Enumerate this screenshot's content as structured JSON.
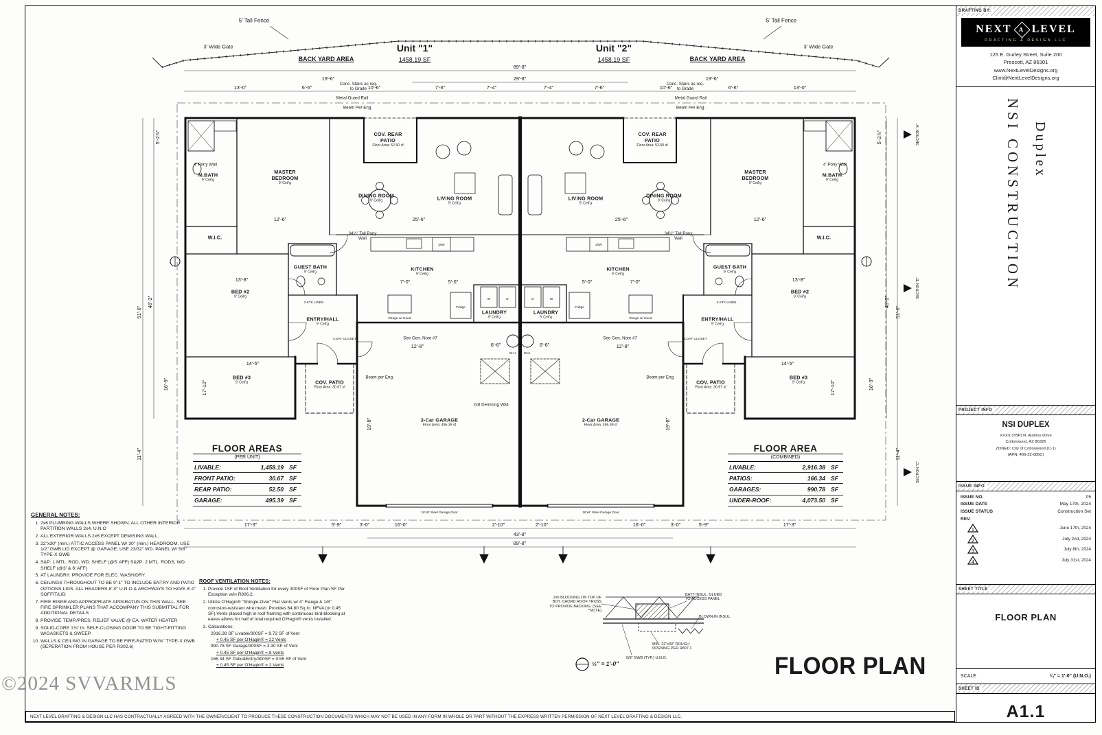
{
  "sheet": {
    "drawing_title": "FLOOR PLAN",
    "watermark": "©2024 SVVARMLS",
    "disclaimer": "NEXT LEVEL DRAFTING & DESIGN LLC HAS CONTRACTUALLY AGREED WITH THE OWNER/CLIENT TO PRODUCE THESE CONSTRUCTION DOCUMENTS WHICH MAY NOT BE USED IN ANY FORM IN WHOLE OR PART WITHOUT THE EXPRESS WRITTEN PERMISSION OF NEXT LEVEL DRAFTING & DESIGN LLC."
  },
  "title_block": {
    "drafting_by": "DRAFTING BY:",
    "logo": {
      "word1": "NEXT",
      "letter": "A",
      "word2": "LEVEL",
      "tagline": "DRAFTING & DESIGN LLC"
    },
    "address": [
      "125 E. Gurley Street, Suite 200",
      "Prescott, AZ 86301",
      "www.NextLevelDesigns.org",
      "Clint@NextLevelDesigns.org"
    ],
    "project_vertical": {
      "line1": "NSI CONSTRUCTION",
      "line2": "Duplex"
    },
    "project_info": {
      "label": "PROJECT INFO",
      "name": "NSI DUPLEX",
      "lines": [
        "XXXX (TBP) N. Alamos Drive",
        "Cottonwood, AZ 86326",
        "ZONED: City of Cottonwood (C-1)",
        "(APN: 406-32-085C)"
      ]
    },
    "issue_info": {
      "label": "ISSUE INFO",
      "rows": [
        {
          "k": "ISSUE NO.",
          "v": "05"
        },
        {
          "k": "ISSUE DATE",
          "v": "May 17th, 2024"
        },
        {
          "k": "ISSUE STATUS",
          "v": "Construction Set"
        },
        {
          "k": "REV.",
          "v": ""
        }
      ],
      "revisions": [
        {
          "num": "1",
          "date": "June 17th, 2024"
        },
        {
          "num": "2",
          "date": "July 2nd, 2024"
        },
        {
          "num": "3",
          "date": "July 8th, 2024"
        },
        {
          "num": "4",
          "date": "July 31st, 2024"
        }
      ]
    },
    "sheet_title": {
      "label": "SHEET TITLE",
      "value": "FLOOR PLAN"
    },
    "scale": {
      "label": "SCALE",
      "value": "¼\" = 1'-0\" (U.N.O.)"
    },
    "sheet_id": {
      "label": "SHEET ID",
      "value": "A1.1"
    }
  },
  "plan": {
    "fence_label": "5' Tall Fence",
    "gate_label": "3' Wide Gate",
    "backyard_label": "BACK YARD AREA",
    "unit1": {
      "name": "Unit \"1\"",
      "sf": "1458.19 SF"
    },
    "unit2": {
      "name": "Unit \"2\"",
      "sf": "1458.19 SF"
    },
    "rooms": {
      "mbath": {
        "name": "M.BATH",
        "sub": "9' Ceil'g"
      },
      "master": {
        "name": "MASTER BEDROOM",
        "sub": "9' Ceil'g"
      },
      "wic": {
        "name": "W.I.C.",
        "sub": ""
      },
      "guest_bath": {
        "name": "GUEST BATH",
        "sub": "9' Ceil'g"
      },
      "bed2": {
        "name": "BED #2",
        "sub": "9' Ceil'g"
      },
      "bed3": {
        "name": "BED #3",
        "sub": "9' Ceil'g"
      },
      "entry": {
        "name": "ENTRY/HALL",
        "sub": "9' Ceil'g"
      },
      "cov_patio": {
        "name": "COV. PATIO",
        "sub": "Floor Area: 30.67 sf"
      },
      "dining": {
        "name": "DINING ROOM",
        "sub": "9' Ceil'g"
      },
      "living": {
        "name": "LIVING ROOM",
        "sub": "9' Ceil'g"
      },
      "kitchen": {
        "name": "KITCHEN",
        "sub": "9' Ceil'g"
      },
      "laundry": {
        "name": "LAUNDRY",
        "sub": "9' Ceil'g"
      },
      "rear_patio": {
        "name": "COV. REAR PATIO",
        "sub": "Floor Area: 52.50 sf"
      },
      "garage": {
        "name": "2-Car GARAGE",
        "sub": "Floor Area: 495.39 sf"
      }
    },
    "annotations": {
      "conc_stairs": "Conc. Stairs as req. to Grade",
      "guard_rail": "Metal Guard Rail",
      "beam_per_eng": "Beam Per Eng.",
      "pony_34": "34½\" Tall Pony Wall",
      "pony_4": "4' Pony Wall",
      "gen_note_7": "See Gen. Note #7",
      "demising": "2x8 Demising Wall",
      "beam_lower": "Beam per Eng.",
      "garage_door": "16'x8' Steel Garage Door",
      "w": "W",
      "d": "D",
      "wh": "W.H.",
      "dw": "D/W",
      "fridge": "Fridge",
      "range": "Range w/ Hood",
      "coat": "COAT CLOSET",
      "linen": "3-STK LINEN"
    },
    "dims": {
      "d89_8": "89'-8\"",
      "d29_8": "29'-8\"",
      "d19_6": "19'-6\"",
      "d13_0": "13'-0\"",
      "d10_6": "10'-6\"",
      "d7_6": "7'-6\"",
      "d7_4": "7'-4\"",
      "d6_6": "6'-6\"",
      "d17_3": "17'-3\"",
      "d5_9": "5'-9\"",
      "d3_0": "3'-0\"",
      "d16_0": "16'-0\"",
      "d2_10": "2'-10\"",
      "d43_8": "43'-8\"",
      "d51_6": "51'-6\"",
      "d46_2": "46'-2\"",
      "d11_4": "11'-4\"",
      "d16_9": "16'-9\"",
      "d5_2": "5'-2⅞\"",
      "d25_6": "25'-6\"",
      "d12_6": "12'-6\"",
      "d13_8": "13'-8\"",
      "d14_5": "14'-5\"",
      "d17_10": "17'-10\"",
      "d12_8": "12'-8\"",
      "d7_0": "7'-0\"",
      "d5_0": "5'-0\"",
      "d19_8": "19'-8\""
    },
    "sections": {
      "a": "SECTION \"A\"",
      "b": "SECTION \"B\"",
      "c": "SECTION \"C\""
    }
  },
  "floor_areas_unit": {
    "title": "FLOOR AREAS",
    "subtitle": "(PER UNIT)",
    "rows": [
      {
        "label": "LIVABLE:",
        "value": "1,458.19",
        "unit": "SF"
      },
      {
        "label": "FRONT PATIO:",
        "value": "30.67",
        "unit": "SF"
      },
      {
        "label": "REAR PATIO:",
        "value": "52.50",
        "unit": "SF"
      },
      {
        "label": "GARAGE:",
        "value": "495.39",
        "unit": "SF"
      }
    ]
  },
  "floor_areas_combined": {
    "title": "FLOOR AREA",
    "subtitle": "(COMBINED)",
    "rows": [
      {
        "label": "LIVABLE:",
        "value": "2,916.38",
        "unit": "SF"
      },
      {
        "label": "PATIOS:",
        "value": "166.34",
        "unit": "SF"
      },
      {
        "label": "GARAGES:",
        "value": "990.78",
        "unit": "SF"
      },
      {
        "label": "UNDER-ROOF:",
        "value": "4,073.50",
        "unit": "SF"
      }
    ]
  },
  "general_notes": {
    "title": "GENERAL NOTES:",
    "items": [
      "2x6 PLUMBING WALLS WHERE SHOWN; ALL OTHER INTERIOR PARTITION WALLS 2x4, U.N.O",
      "ALL EXTERIOR WALLS 2x6 EXCEPT DEMISING WALL.",
      "22\"x30\" (min.) ATTIC ACCESS PANEL W/ 30\" (min.) HEADROOM. USE 1/2\" GWB LID EXCEPT @ GARAGE; USE 23/32\" WD. PANEL W/ 5/8\" TYPE-X GWB",
      "S&P: 1 MTL. ROD, WD. SHELF (@5' AFF) S&2P: 2 MTL. RODS, WD. SHELF (@3' & 6' AFF)",
      "AT LAUNDRY: PROVIDE FOR ELEC. WASH/DRY.",
      "CEILINGS THROUGHOUT TO BE 9'-1\" TO INCLUDE ENTRY AND PATIO OPTIONS LIDS. ALL HEADERS 8'-0\" U.N.O & ARCHWAYS TO HAVE 8'-0\" SOFFIT/LID",
      "FIRE RISER AND APPROPRIATE APPARATUS ON THIS WALL. SEE FIRE SPRINKLER PLANS THAT ACCOMPANY THIS SUBMITTAL FOR ADDITIONAL DETAILS",
      "PROVIDE TEMP./PRES. RELIEF VALVE @ EA. WATER HEATER",
      "SOLID-CORE 1⅜\" th. SELF-CLOSING DOOR TO BE TIGHT-FITTING W/GASKETS & SWEEP.",
      "WALLS & CEILING IN GARAGE TO BE FIRE-RATED W/⅝\" TYPE-X GWB (SEPERATION FROM HOUSE PER R302.6)"
    ]
  },
  "roof_notes": {
    "title": "ROOF VENTILATION NOTES:",
    "items": [
      "Provide 1SF of Roof Ventilation for every 300SF of Floor Plan SF Per Exception w/in R806.2.",
      "Utilize O'Hagin® \"Shingle-Over\" Flat Vents w/ 4\" Flange & 1/8\" corrosion-resistant wire mesh. Provides 64.80 Sq In. NFVA (or 0.45 SF).Vents placed high in roof framing with continuous bird-blocking at eaves allows for half of total required O'Hagin® vents installed.",
      "Calculations:"
    ],
    "calcs": [
      "2916.38 SF Livable/300SF = 9.72 SF of Vent",
      "+ 0.45 SF per O'Hagin® = 22 Vents",
      "990.78 SF Garage/300SF = 3.30 SF of Vent",
      "+ 0.45 SF per O'Hagin® = 8 Vents",
      "166.34 SF Patio&Entry/300SF = 0.55 SF of Vent",
      "+ 0.45 SF per O'Hagin® = 2 Vents"
    ]
  },
  "detail": {
    "l1": "2x6 BLOCKING ON TOP OF BOT. CHORD ROOF TRUSS TO PROVIDE BACKING. (SEE *NOTE)",
    "l2": "BATT INSUL. GLUED TO ACCESS PANEL",
    "l3": "BLOWN-IN INSUL.",
    "l4": "MIN. 22\"x30\" ROUGH OPENING PER R807.1",
    "l5": "5/8\" GWB (TYP.) U.N.O.",
    "scale": "½\" = 1'-0\""
  }
}
